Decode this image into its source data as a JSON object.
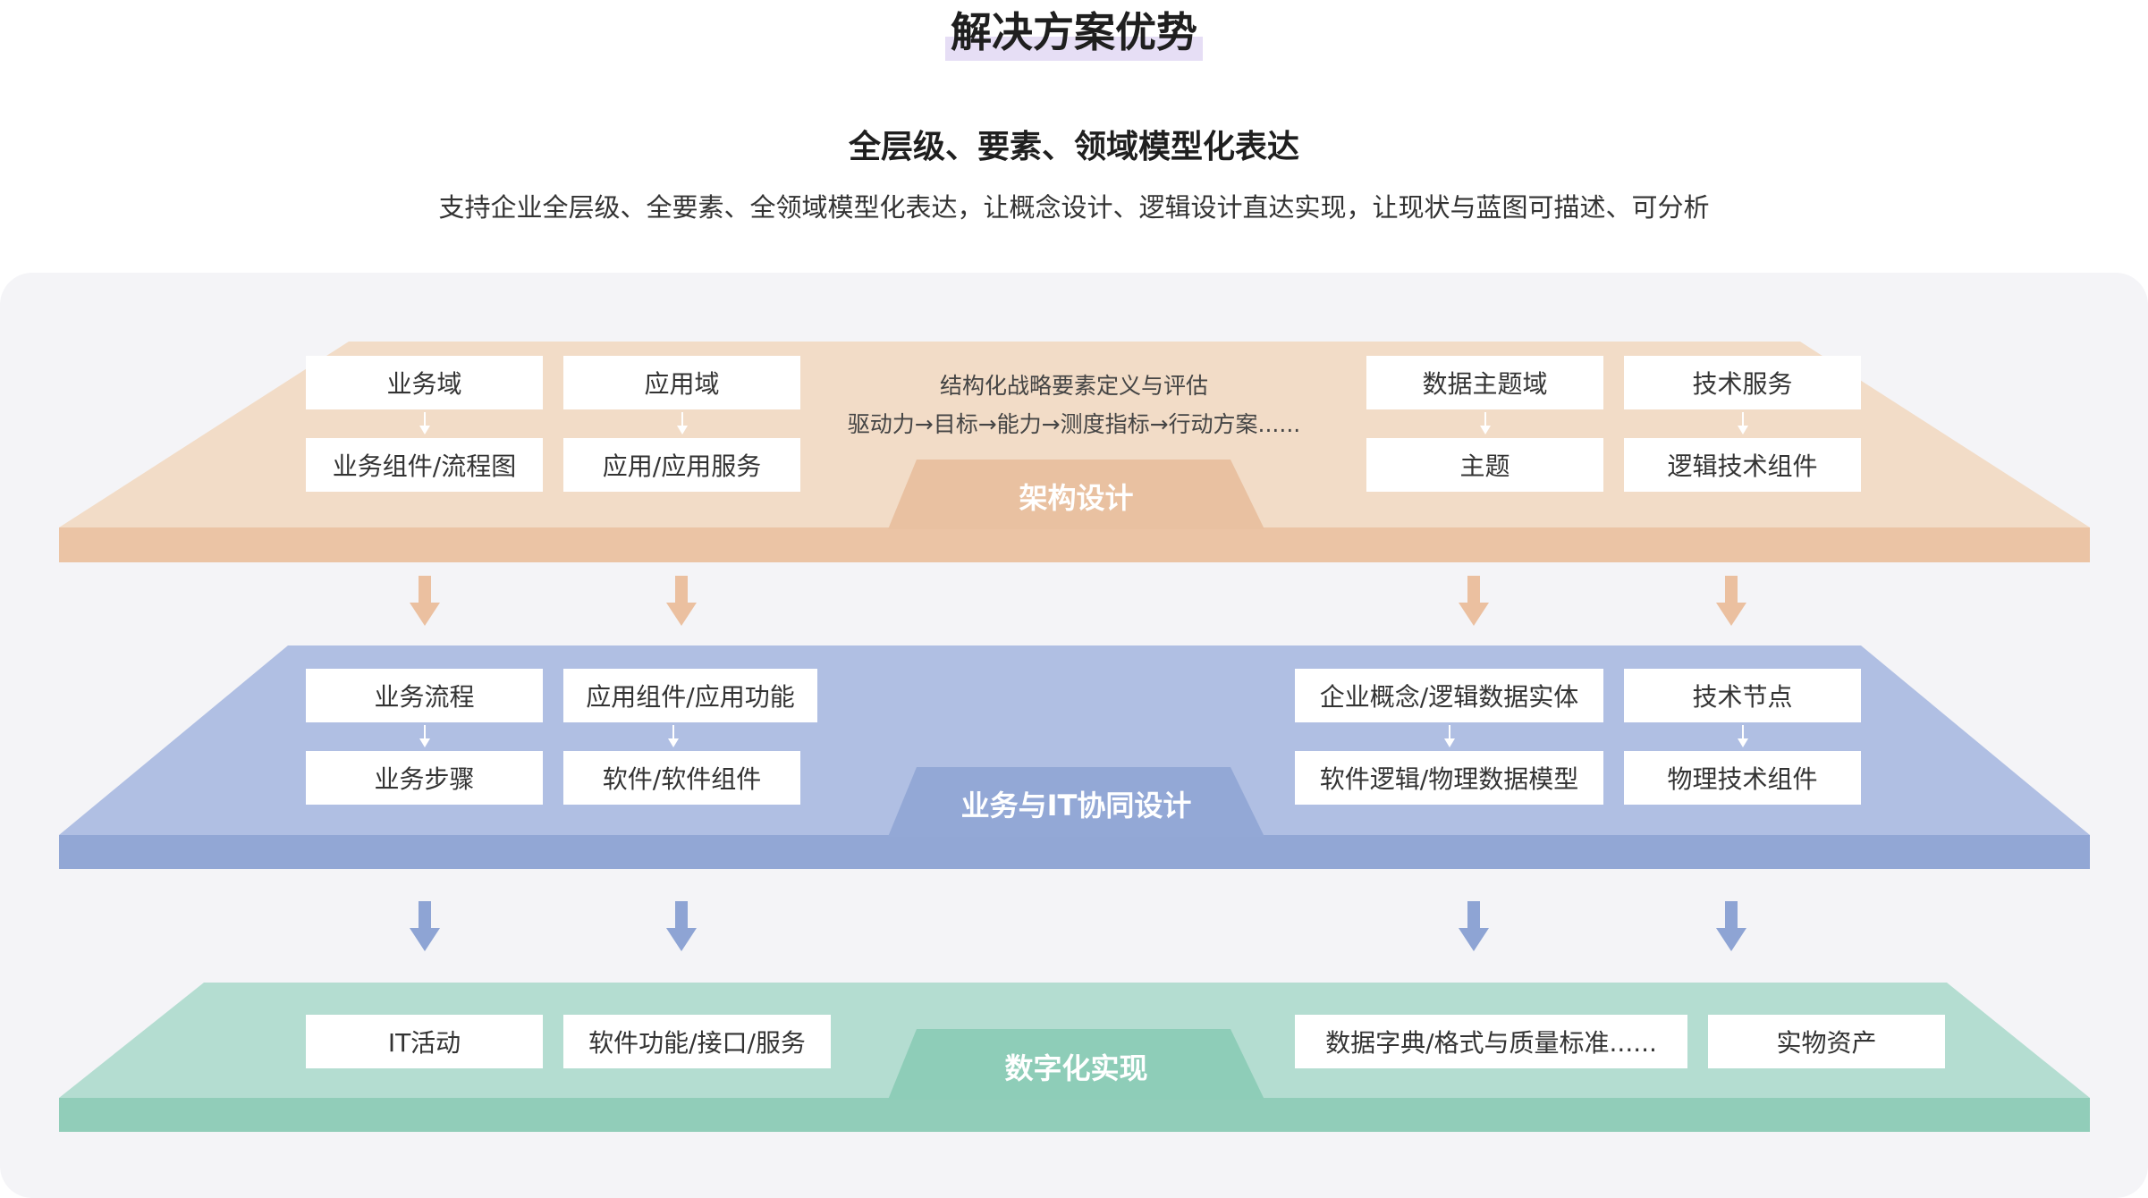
{
  "title": "解决方案优势",
  "subtitle": "全层级、要素、领域模型化表达",
  "description": "支持企业全层级、全要素、全领域模型化表达，让概念设计、逻辑设计直达实现，让现状与蓝图可描述、可分析",
  "colors": {
    "panel_bg": "#f4f4f7",
    "layer1_top": "#f2dcc7",
    "layer1_side": "#ebc4a5",
    "layer1_label_bg": "#e9c1a1",
    "layer1_arrow": "#ebc0a0",
    "layer2_top": "#b0bfe3",
    "layer2_side": "#92a7d5",
    "layer2_label_bg": "#93a8d6",
    "layer2_arrow": "#8ea4d4",
    "layer3_top": "#b4ddd1",
    "layer3_side": "#91cdb9",
    "layer3_label_bg": "#8ecdb8"
  },
  "layers": {
    "architecture": {
      "label": "架构设计",
      "col1": {
        "top": "业务域",
        "bottom": "业务组件/流程图"
      },
      "col2": {
        "top": "应用域",
        "bottom": "应用/应用服务"
      },
      "center_line1": "结构化战略要素定义与评估",
      "center_line2": "驱动力→目标→能力→测度指标→行动方案......",
      "col3": {
        "top": "数据主题域",
        "bottom": "主题"
      },
      "col4": {
        "top": "技术服务",
        "bottom": "逻辑技术组件"
      }
    },
    "collaboration": {
      "label": "业务与IT协同设计",
      "col1": {
        "top": "业务流程",
        "bottom": "业务步骤"
      },
      "col2": {
        "top": "应用组件/应用功能",
        "bottom": "软件/软件组件"
      },
      "col3": {
        "top": "企业概念/逻辑数据实体",
        "bottom": "软件逻辑/物理数据模型"
      },
      "col4": {
        "top": "技术节点",
        "bottom": "物理技术组件"
      }
    },
    "implementation": {
      "label": "数字化实现",
      "col1": "IT活动",
      "col2": "软件功能/接口/服务",
      "col3": "数据字典/格式与质量标准......",
      "col4": "实物资产"
    }
  }
}
